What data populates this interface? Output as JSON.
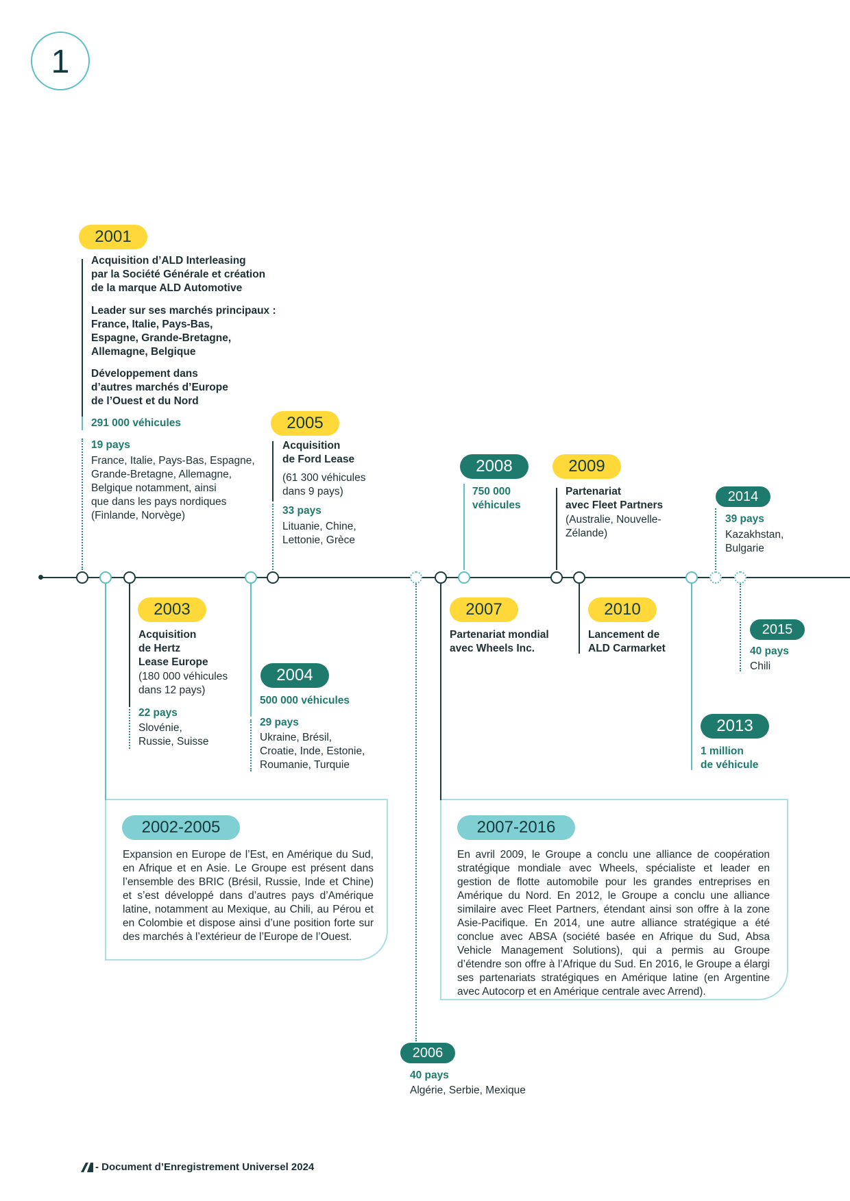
{
  "chapter": {
    "number": "1"
  },
  "footer": {
    "text": "- Document d’Enregistrement Universel 2024"
  },
  "events": {
    "y2001": {
      "year": "2001",
      "block1": "Acquisition d’ALD Interleasing\npar la Société Générale et création\nde la marque ALD Automotive",
      "block2": "Leader sur ses marchés principaux :\nFrance, Italie, Pays-Bas,\nEspagne, Grande-Bretagne,\nAllemagne, Belgique",
      "block3": "Développement dans\nd’autres marchés d’Europe\nde l’Ouest et du Nord",
      "vehicles": "291 000 véhicules",
      "countries": "19 pays",
      "countries_list": "France, Italie, Pays-Bas, Espagne,\nGrande-Bretagne, Allemagne,\nBelgique notamment, ainsi\nque dans les pays nordiques\n(Finlande, Norvège)"
    },
    "y2003": {
      "year": "2003",
      "title": "Acquisition\nde Hertz\nLease Europe",
      "detail": "(180 000 véhicules\ndans 12 pays)",
      "countries": "22 pays",
      "countries_list": "Slovénie,\nRussie, Suisse"
    },
    "y2004": {
      "year": "2004",
      "vehicles": "500 000 véhicules",
      "countries": "29 pays",
      "countries_list": "Ukraine, Brésil,\nCroatie, Inde, Estonie,\nRoumanie, Turquie"
    },
    "y2005": {
      "year": "2005",
      "title": "Acquisition\nde Ford Lease",
      "detail": "(61 300 véhicules\ndans 9 pays)",
      "countries": "33 pays",
      "countries_list": "Lituanie, Chine,\nLettonie, Grèce"
    },
    "y2006": {
      "year": "2006",
      "countries": "40 pays",
      "countries_list": "Algérie, Serbie, Mexique"
    },
    "y2007": {
      "year": "2007",
      "title": "Partenariat mondial\navec Wheels Inc."
    },
    "y2008": {
      "year": "2008",
      "vehicles": "750 000\nvéhicules"
    },
    "y2009": {
      "year": "2009",
      "title": "Partenariat\navec Fleet Partners",
      "detail": "(Australie, Nouvelle-\nZélande)"
    },
    "y2010": {
      "year": "2010",
      "title": "Lancement de\nALD Carmarket"
    },
    "y2013": {
      "year": "2013",
      "vehicles": "1 million\nde véhicule"
    },
    "y2014": {
      "year": "2014",
      "countries": "39 pays",
      "countries_list": "Kazakhstan,\nBulgarie"
    },
    "y2015": {
      "year": "2015",
      "countries": "40 pays",
      "countries_list": "Chili"
    }
  },
  "periods": {
    "p2002": {
      "label": "2002-2005",
      "text": "Expansion en Europe de l’Est, en Amérique du Sud, en Afrique et en Asie. Le Groupe est présent dans l’ensemble des BRIC (Brésil, Russie, Inde et Chine) et s’est développé dans d’autres pays d’Amérique latine, notamment au Mexique, au Chili, au Pérou et en Colombie et dispose ainsi d’une position forte sur des marchés à l’extérieur de l’Europe de l’Ouest."
    },
    "p2007": {
      "label": "2007-2016",
      "text": "En avril 2009, le Groupe a conclu une alliance de coopération stratégique mondiale avec Wheels, spécialiste et leader en gestion de flotte automobile pour les grandes entreprises en Amérique du Nord. En 2012, le Groupe a conclu une alliance similaire avec Fleet Partners, étendant ainsi son offre à la zone Asie-Pacifique. En 2014, une autre alliance stratégique a été conclue avec ABSA (société basée en Afrique du Sud, Absa Vehicle Management Solutions), qui a permis au Groupe d’étendre son offre à l’Afrique du Sud. En 2016, le Groupe a élargi ses partenariats stratégiques en Amérique latine (en Argentine avec Autocorp et en Amérique centrale avec Arrend)."
    }
  },
  "colors": {
    "yellow": "#ffd83a",
    "green": "#1e7a6d",
    "light": "#7fcfd3",
    "dark": "#1d3a3f"
  }
}
